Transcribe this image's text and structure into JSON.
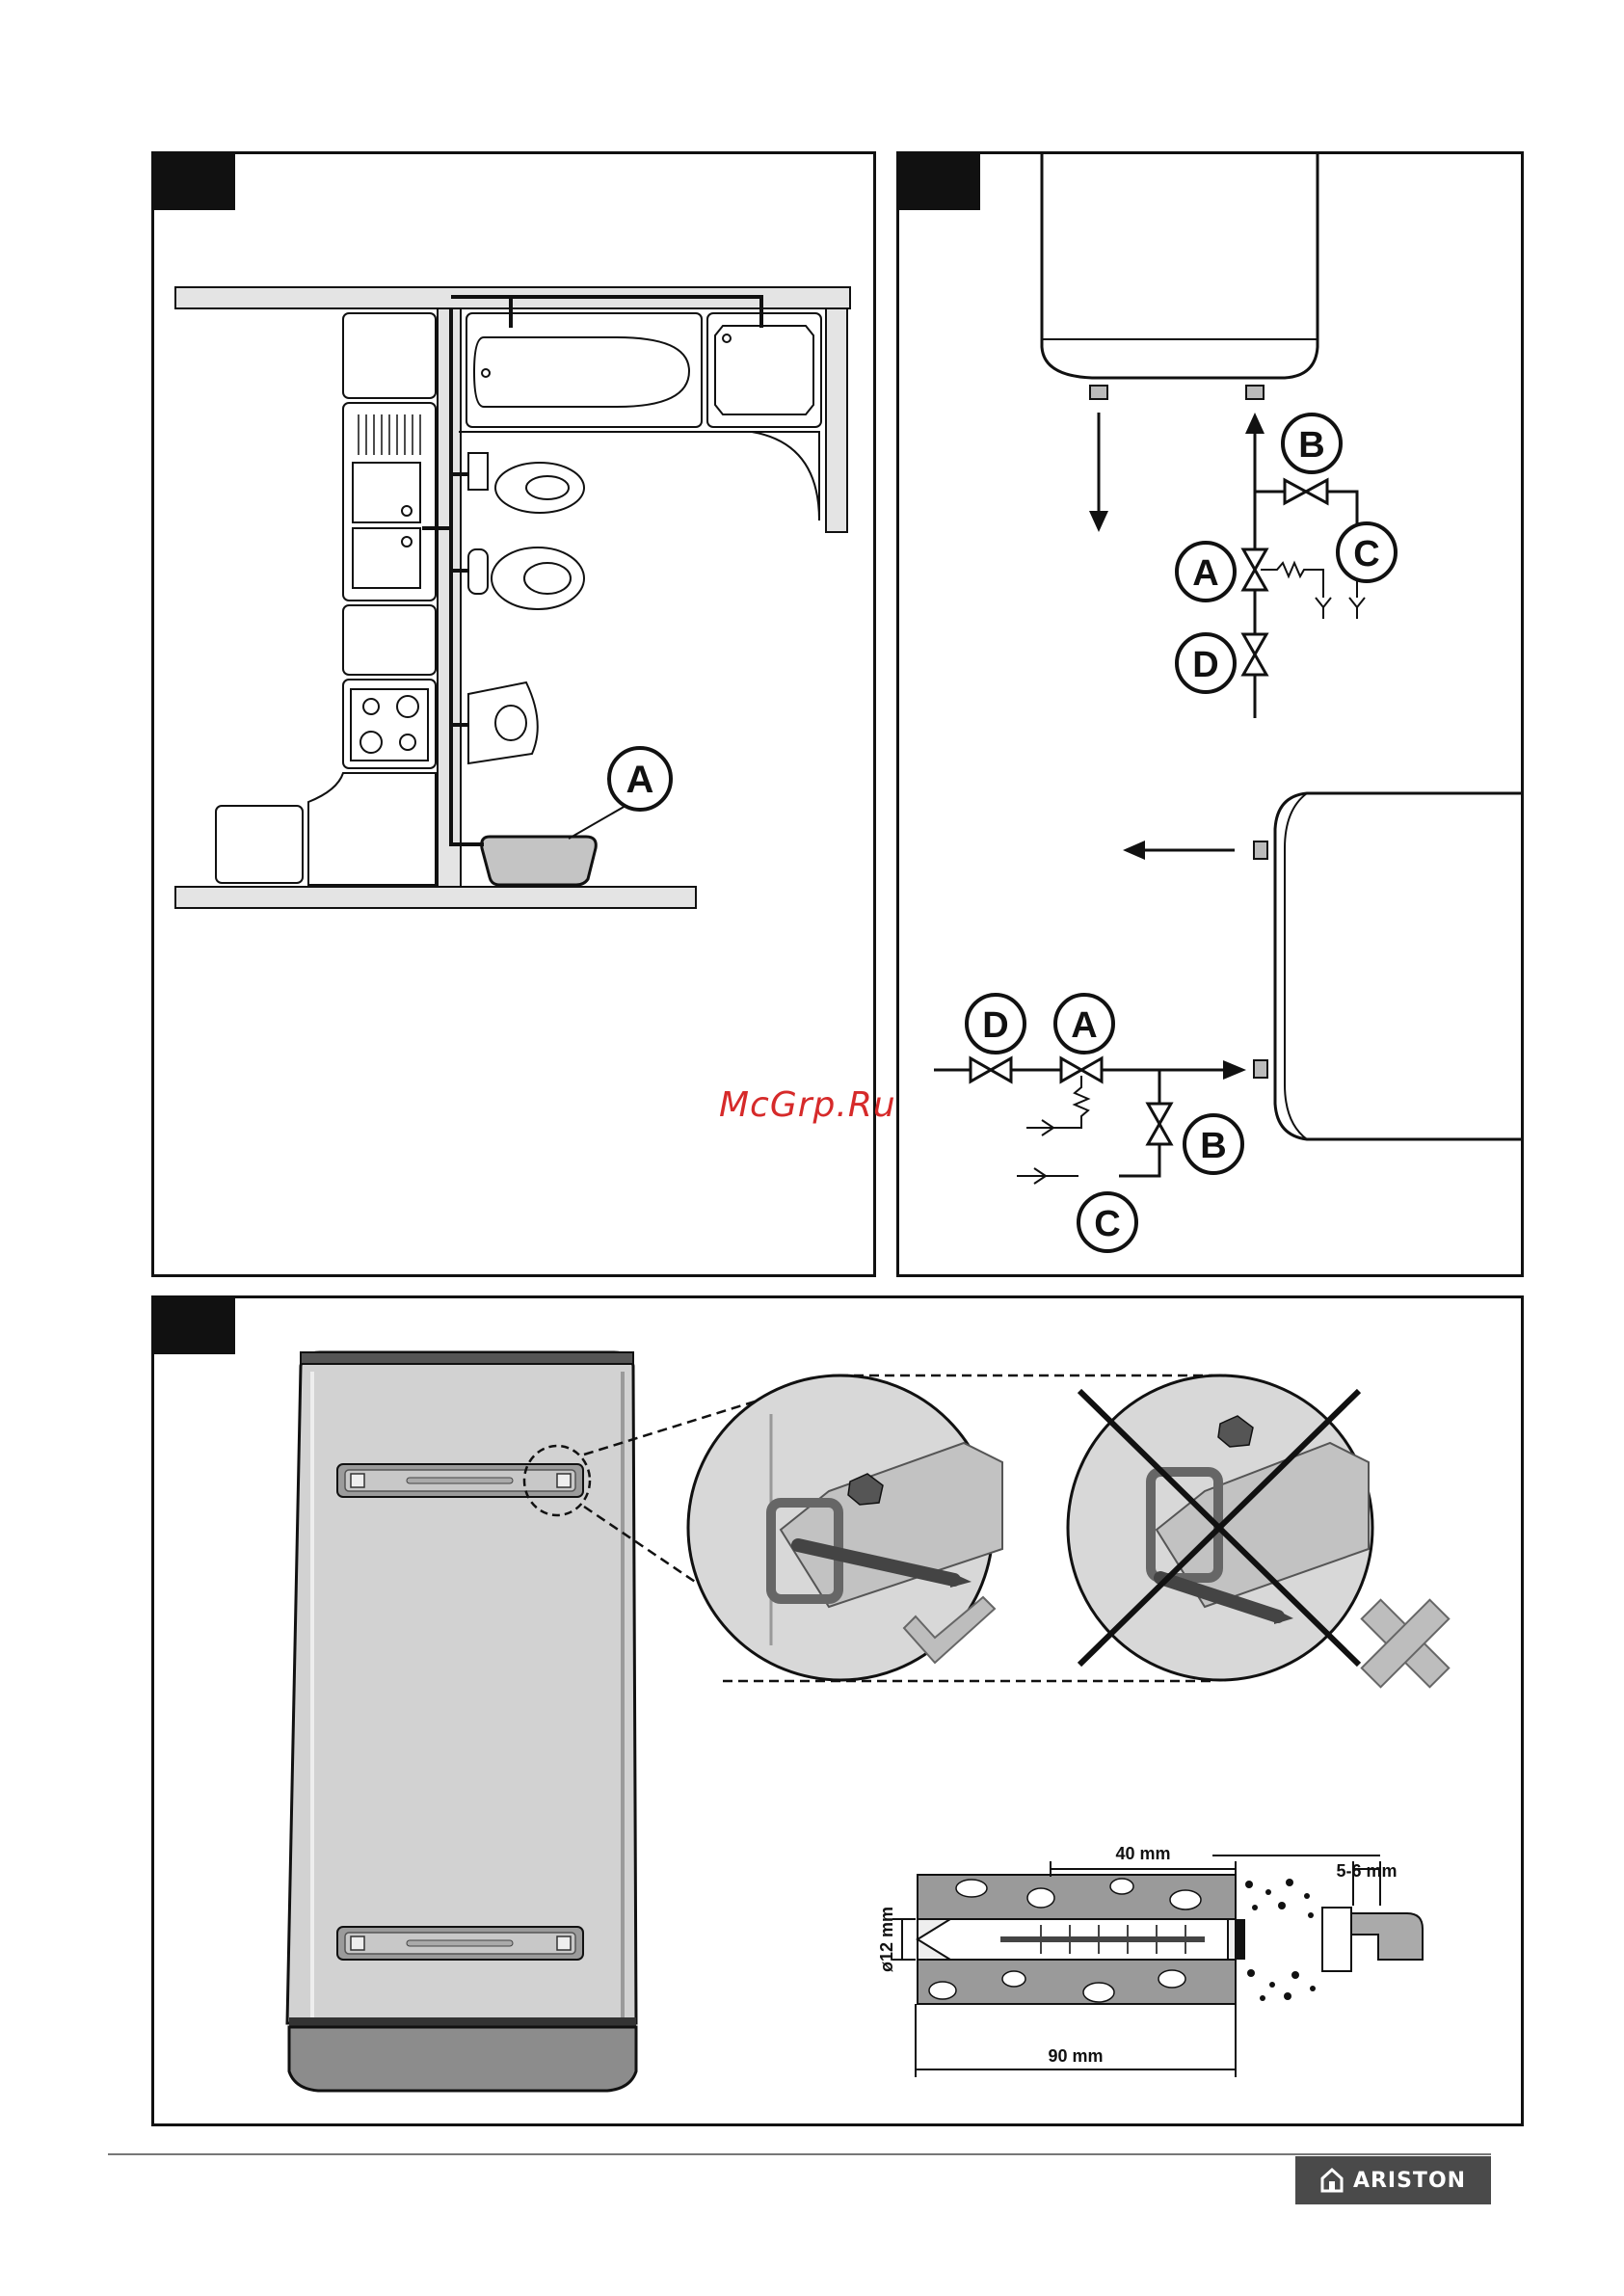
{
  "panel1": {
    "callouts": {
      "a": "A"
    }
  },
  "panel2": {
    "top_callouts": {
      "a": "A",
      "b": "B",
      "c": "C",
      "d": "D"
    },
    "side_callouts": {
      "a": "A",
      "b": "B",
      "c": "C",
      "d": "D"
    }
  },
  "panel3": {
    "dimensions": {
      "depth": "40 mm",
      "gap": "5-6 mm",
      "diameter": "ø12 mm",
      "length": "90 mm"
    }
  },
  "watermark": "McGrp.Ru",
  "brand": {
    "name": "ARISTON"
  },
  "colors": {
    "ink": "#111111",
    "appliance": "#d2d2d2",
    "brand_bg": "#4a4a4a",
    "watermark": "#d62a2a"
  }
}
